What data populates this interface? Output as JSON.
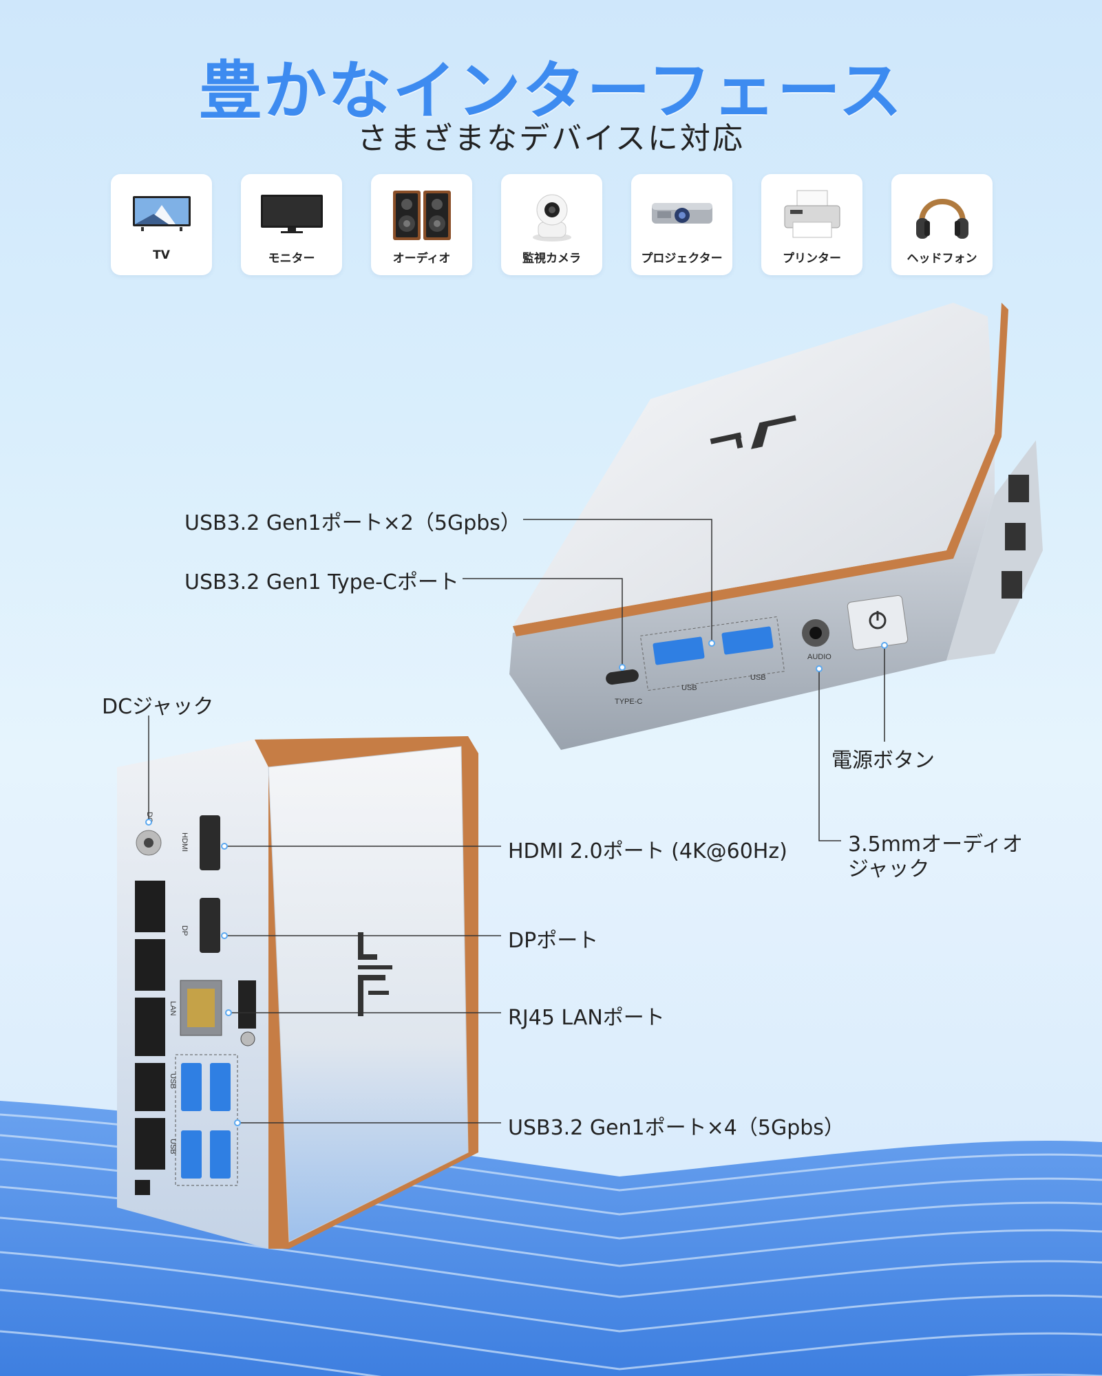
{
  "header": {
    "title": "豊かなインターフェース",
    "subtitle": "さまざまなデバイスに対応"
  },
  "devices": [
    {
      "label": "TV",
      "icon": "tv-icon"
    },
    {
      "label": "モニター",
      "icon": "monitor-icon"
    },
    {
      "label": "オーディオ",
      "icon": "speakers-icon"
    },
    {
      "label": "監視カメラ",
      "icon": "security-camera-icon"
    },
    {
      "label": "プロジェクター",
      "icon": "projector-icon"
    },
    {
      "label": "プリンター",
      "icon": "printer-icon"
    },
    {
      "label": "ヘッドフォン",
      "icon": "headphones-icon"
    }
  ],
  "front_panel": {
    "type_c_label": "TYPE-C",
    "usb_label_1": "USB",
    "usb_label_2": "USB",
    "audio_label": "AUDIO"
  },
  "rear_panel": {
    "dc_label": "DC",
    "hdmi_label": "HDMI",
    "dp_label": "DP",
    "lan_label": "LAN",
    "usb_label_1": "USB",
    "usb_label_2": "USB"
  },
  "callouts": {
    "usb_x2": "USB3.2 Gen1ポート×2（5Gpbs）",
    "type_c": "USB3.2 Gen1 Type-Cポート",
    "dc_jack": "DCジャック",
    "power_button": "電源ボタン",
    "audio_line1": "3.5mmオーディオ",
    "audio_line2": "ジャック",
    "hdmi": "HDMI 2.0ポート (4K@60Hz)",
    "dp": "DPポート",
    "lan": "RJ45 LANポート",
    "usb_x4": "USB3.2 Gen1ポート×4（5Gpbs）"
  },
  "colors": {
    "title": "#3d8bf0",
    "usb_blue": "#2f7fe3",
    "copper": "#c67d45",
    "callout_dot": "#5aa8f0"
  }
}
